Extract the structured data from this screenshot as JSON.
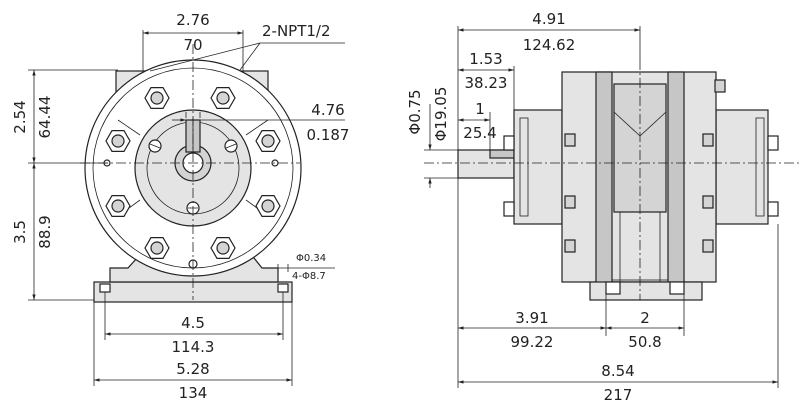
{
  "front_view": {
    "top_width_in": "2.76",
    "top_width_mm": "70",
    "port_callout": "2-NPT1/2",
    "upper_height_in": "2.54",
    "upper_height_mm": "64.44",
    "shaft_key_in": "4.76",
    "shaft_key_mm": "0.187",
    "lower_height_in": "3.5",
    "lower_height_mm": "88.9",
    "hole_dia_in": "Φ0.34",
    "hole_dia_mm": "4-Φ8.7",
    "hole_span_in": "4.5",
    "hole_span_mm": "114.3",
    "base_width_in": "5.28",
    "base_width_mm": "134"
  },
  "side_view": {
    "overall_top_in": "4.91",
    "overall_top_mm": "124.62",
    "shaft_len_in": "1.53",
    "shaft_len_mm": "38.23",
    "key_len_in": "1",
    "key_len_mm": "25.4",
    "shaft_dia_in": "Φ0.75",
    "shaft_dia_mm": "Φ19.05",
    "foot_offset_in": "3.91",
    "foot_offset_mm": "99.22",
    "foot_span_in": "2",
    "foot_span_mm": "50.8",
    "overall_len_in": "8.54",
    "overall_len_mm": "217"
  }
}
